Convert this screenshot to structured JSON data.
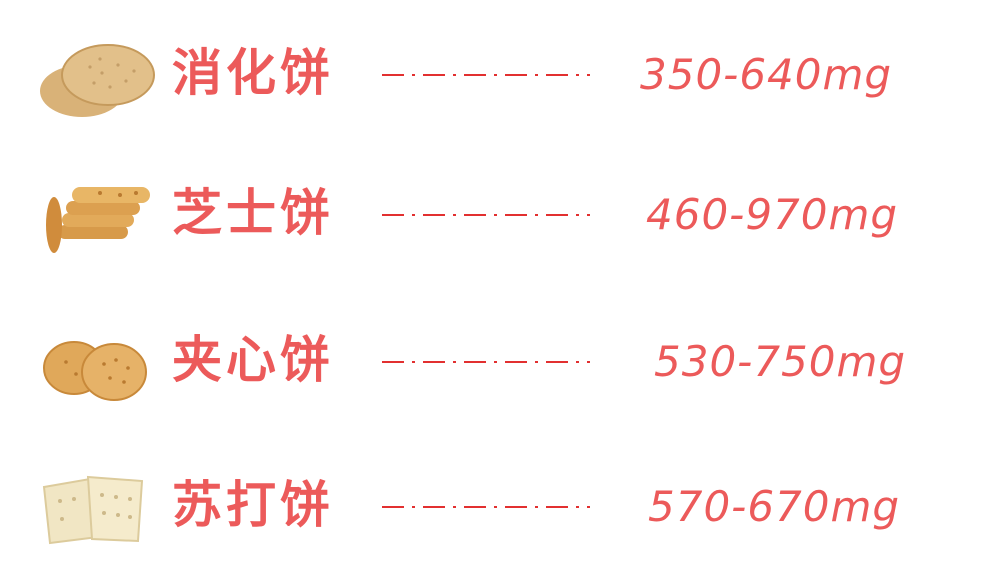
{
  "rows": [
    {
      "name": "消化饼",
      "value": "350-640mg",
      "icon": "digestive-biscuit-icon"
    },
    {
      "name": "芝士饼",
      "value": "460-970mg",
      "icon": "cheese-cracker-stack-icon"
    },
    {
      "name": "夹心饼",
      "value": "530-750mg",
      "icon": "sandwich-cracker-icon"
    },
    {
      "name": "苏打饼",
      "value": "570-670mg",
      "icon": "soda-cracker-icon"
    }
  ],
  "colors": {
    "text": "#ec5a5a",
    "leader": "#e23030",
    "background": "#ffffff"
  }
}
